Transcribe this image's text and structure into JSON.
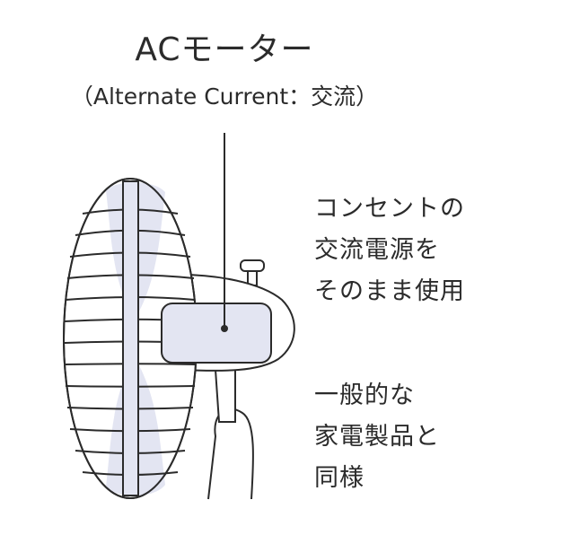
{
  "diagram": {
    "title": "ACモーター",
    "subtitle": "（Alternate Current：交流）",
    "note_top": [
      "コンセントの",
      "交流電源を",
      "そのまま使用"
    ],
    "note_bottom": [
      "一般的な",
      "家電製品と",
      "同様"
    ],
    "colors": {
      "line": "#2b2b2b",
      "highlight": "#e3e5f2",
      "background": "#ffffff"
    },
    "icons": [
      "fan-illustration",
      "motor-housing",
      "leader-line"
    ]
  }
}
